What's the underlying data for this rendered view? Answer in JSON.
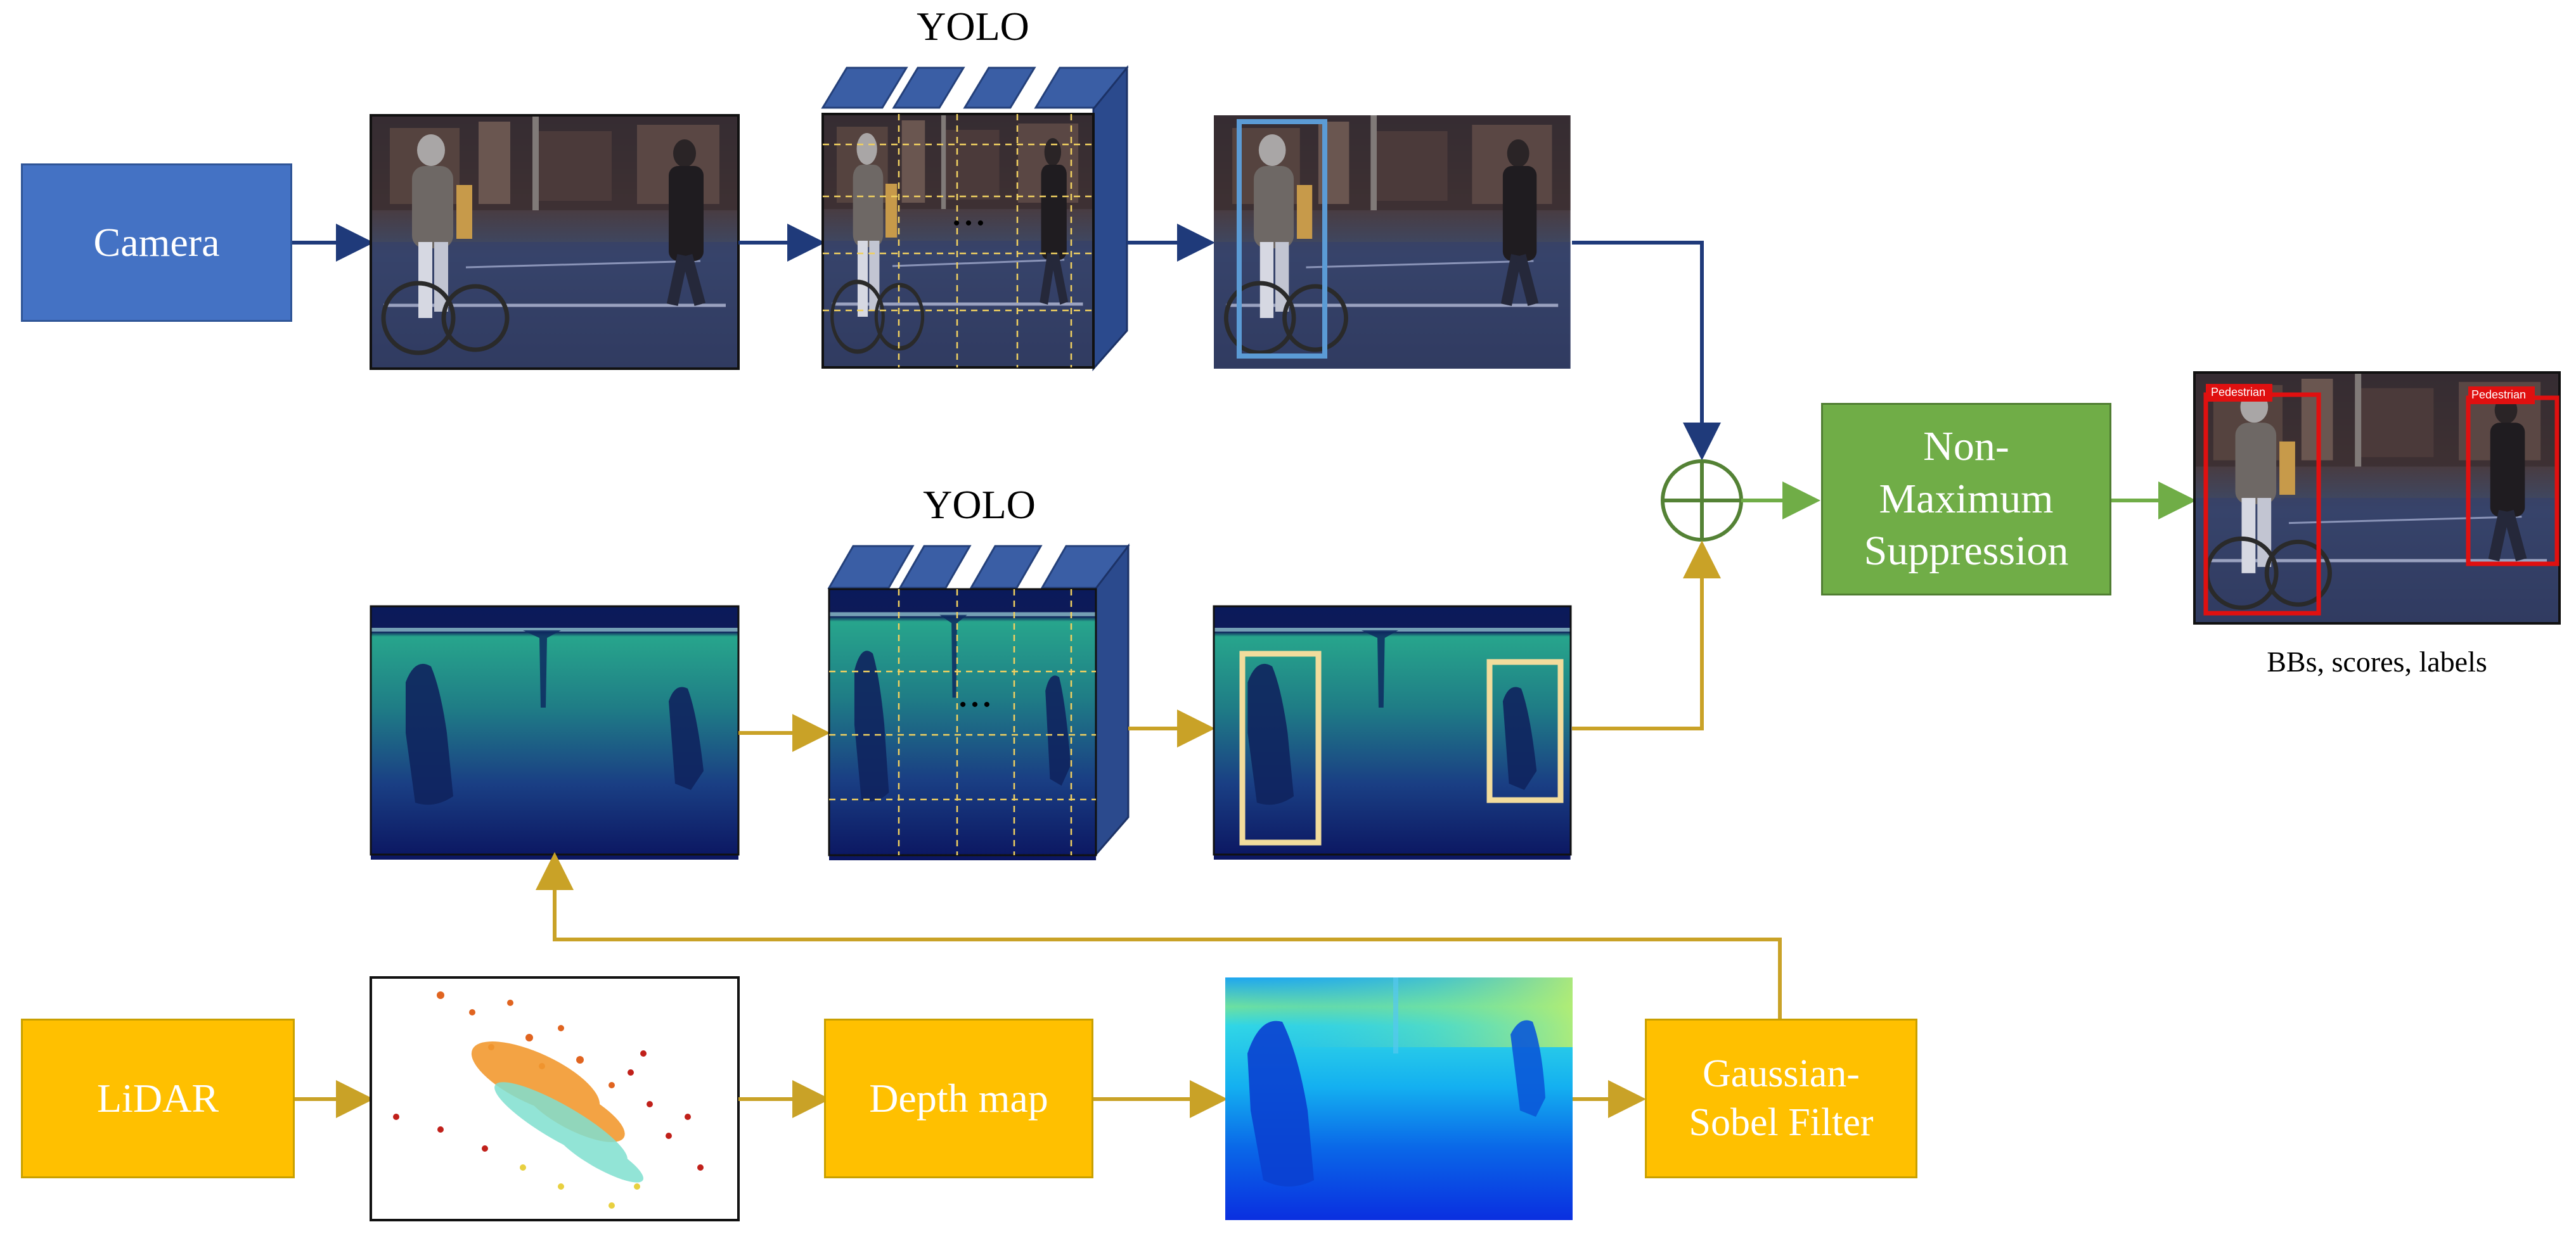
{
  "colors": {
    "camera_path": "#1f3a7a",
    "lidar_path": "#c9a227",
    "fusion_path": "#70ad47",
    "camera_box": "#4472c4",
    "nms_box": "#70ad47",
    "lidar_box": "#ffc000",
    "yolo_block": "#3a5ea5",
    "detection_red": "#e01010",
    "lidar_bbox": "#f2dc9c",
    "camera_bbox": "#5b9bd5"
  },
  "nodes": {
    "camera": "Camera",
    "nms_line1": "Non-",
    "nms_line2": "Maximum",
    "nms_line3": "Suppression",
    "lidar": "LiDAR",
    "depth_map": "Depth map",
    "filter_line1": "Gaussian-",
    "filter_line2": "Sobel Filter"
  },
  "labels": {
    "yolo_top": "YOLO",
    "yolo_bottom": "YOLO",
    "output_caption": "BBs, scores, labels",
    "detection_label": "Pedestrian",
    "ellipsis": "• • •"
  }
}
